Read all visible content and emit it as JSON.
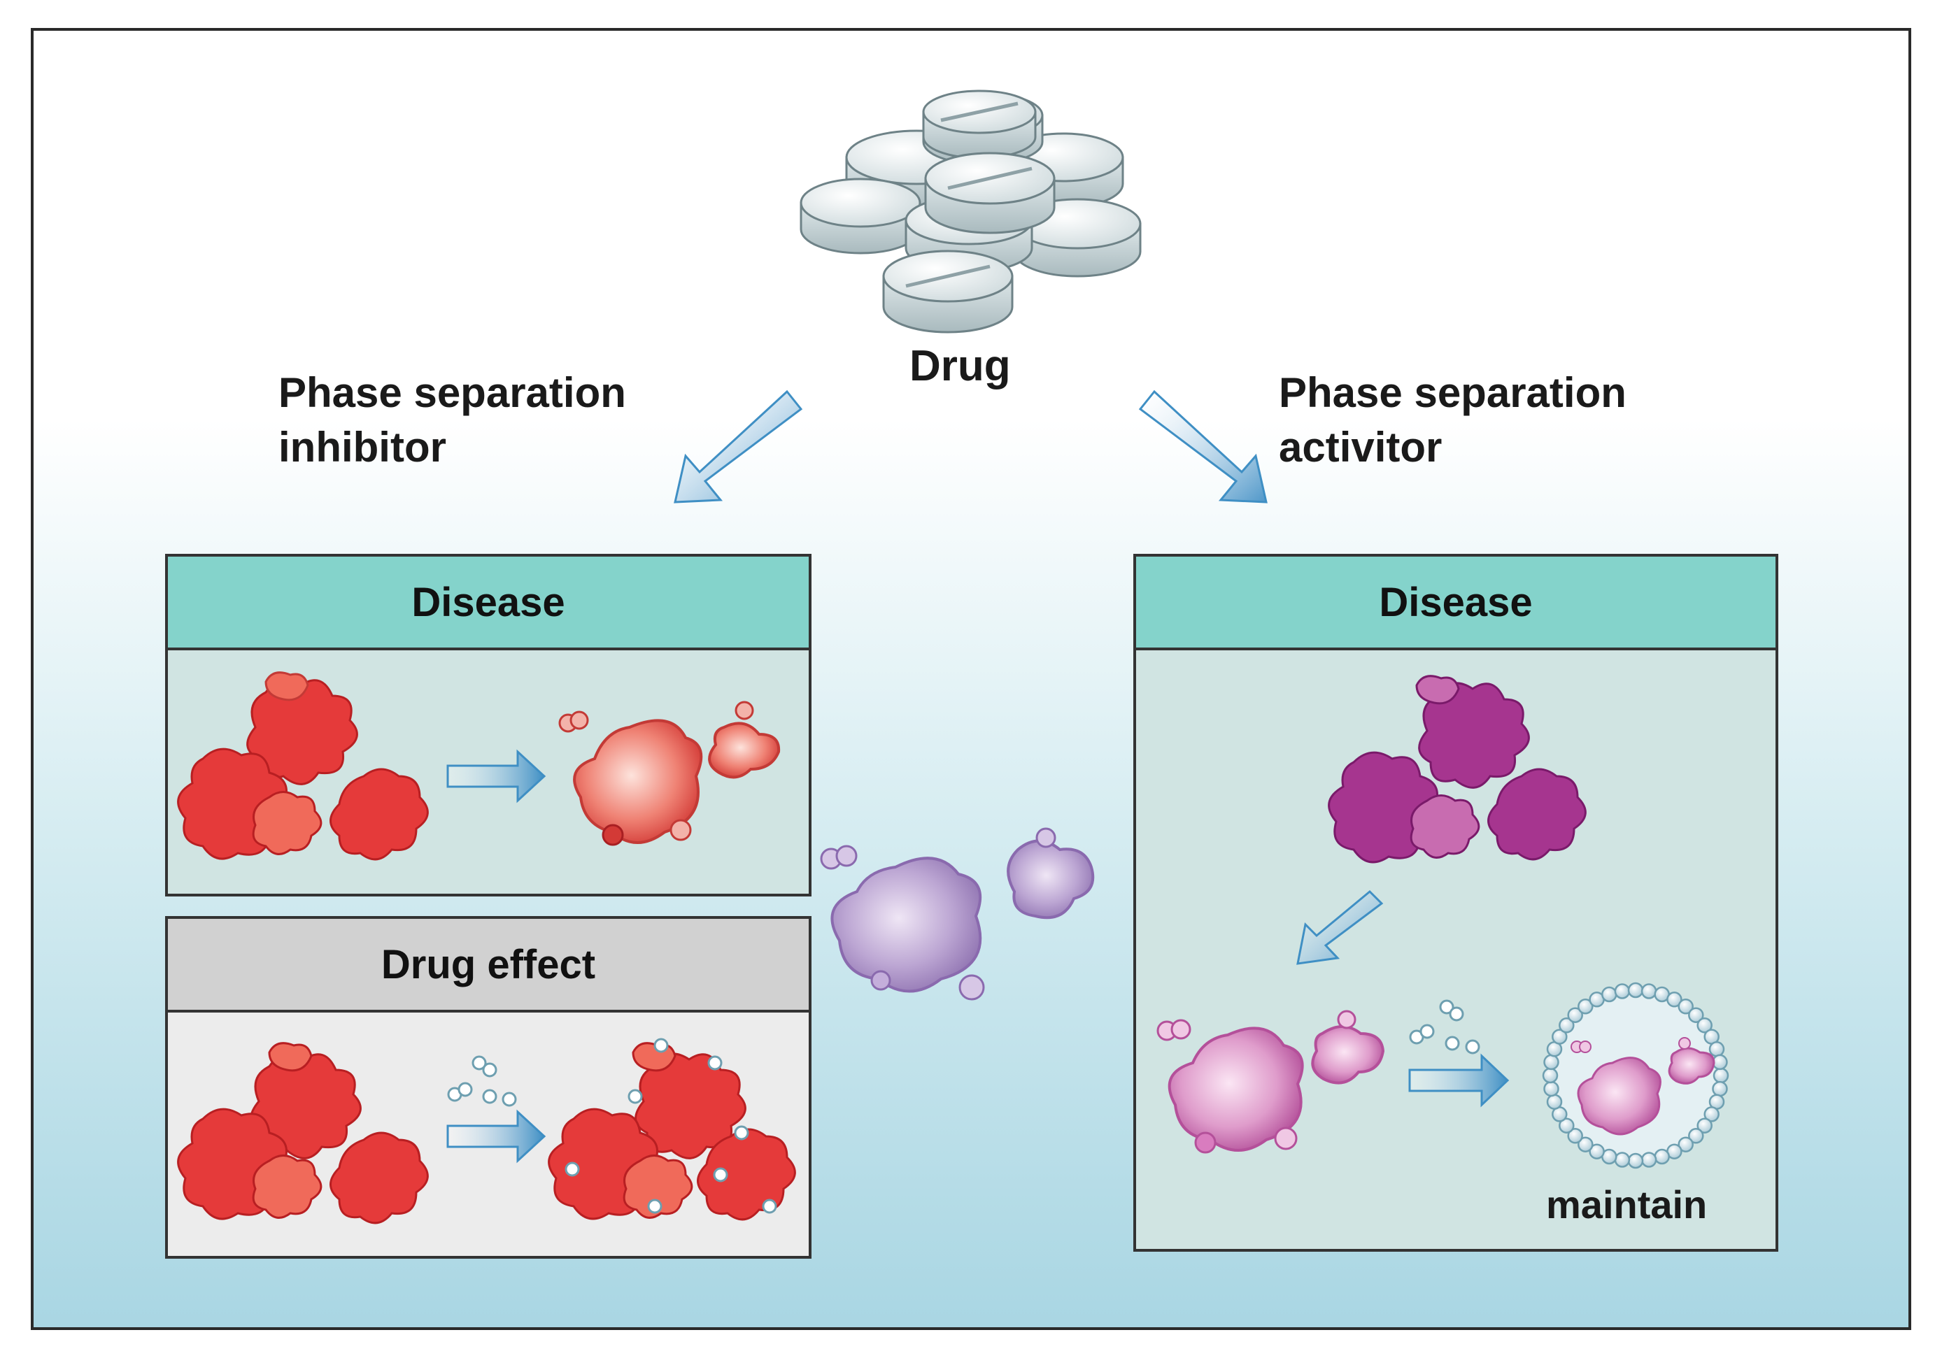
{
  "drug_label": "Drug",
  "left_branch": {
    "line1": "Phase separation",
    "line2": "inhibitor"
  },
  "right_branch": {
    "line1": "Phase separation",
    "line2": "activitor"
  },
  "panels": {
    "left_disease_title": "Disease",
    "drug_effect_title": "Drug effect",
    "right_disease_title": "Disease"
  },
  "maintain_label": "maintain",
  "colors": {
    "disease_header": "#84d3cb",
    "drug_effect_header": "#d1d1d1",
    "protein_red": "#e53a3a",
    "protein_magenta": "#a6358f",
    "droplet_purple": "#b49ccb",
    "arrow_blue": "#3f8fc4"
  }
}
